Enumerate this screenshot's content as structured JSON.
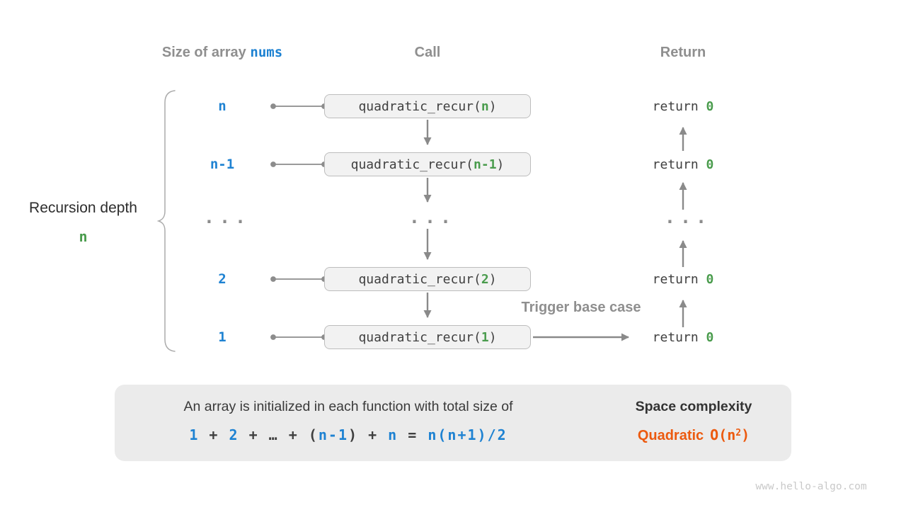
{
  "columns": {
    "size_header_prefix": "Size of array ",
    "size_header_code": "nums",
    "call_header": "Call",
    "return_header": "Return"
  },
  "depth_brace": {
    "label": "Recursion depth",
    "value": "n"
  },
  "rows": [
    {
      "size": "n",
      "call_pre": "quadratic_recur(",
      "call_arg": "n",
      "call_post": ")",
      "ret_kw": "return",
      "ret_val": "0"
    },
    {
      "size": "n-1",
      "call_pre": "quadratic_recur(",
      "call_arg": "n-1",
      "call_post": ")",
      "ret_kw": "return",
      "ret_val": "0"
    },
    {
      "size": "...",
      "call": "...",
      "ret": "..."
    },
    {
      "size": "2",
      "call_pre": "quadratic_recur(",
      "call_arg": "2",
      "call_post": ")",
      "ret_kw": "return",
      "ret_val": "0"
    },
    {
      "size": "1",
      "call_pre": "quadratic_recur(",
      "call_arg": "1",
      "call_post": ")",
      "ret_kw": "return",
      "ret_val": "0"
    }
  ],
  "trigger_label": "Trigger base case",
  "summary": {
    "line1": "An array is initialized in each function with total size of",
    "equation": [
      {
        "text": "1",
        "color": "blue"
      },
      {
        "text": " + ",
        "color": "dark"
      },
      {
        "text": "2",
        "color": "blue"
      },
      {
        "text": " + ",
        "color": "dark"
      },
      {
        "text": "…",
        "color": "dark"
      },
      {
        "text": " + ",
        "color": "dark"
      },
      {
        "text": "(",
        "color": "dark"
      },
      {
        "text": "n-1",
        "color": "blue"
      },
      {
        "text": ")",
        "color": "dark"
      },
      {
        "text": " + ",
        "color": "dark"
      },
      {
        "text": "n",
        "color": "blue"
      },
      {
        "text": " = ",
        "color": "dark"
      },
      {
        "text": "n(n+1)/2",
        "color": "blue"
      }
    ],
    "space_title": "Space complexity",
    "quadratic_label": "Quadratic",
    "big_o_prefix": "O(n",
    "big_o_sup": "2",
    "big_o_suffix": ")"
  },
  "watermark": "www.hello-algo.com",
  "colors": {
    "accent_blue": "#1e82d2",
    "value_green": "#4a9c4d",
    "complexity_orange": "#ec5a0f",
    "muted_gray": "#8f8f8f"
  }
}
